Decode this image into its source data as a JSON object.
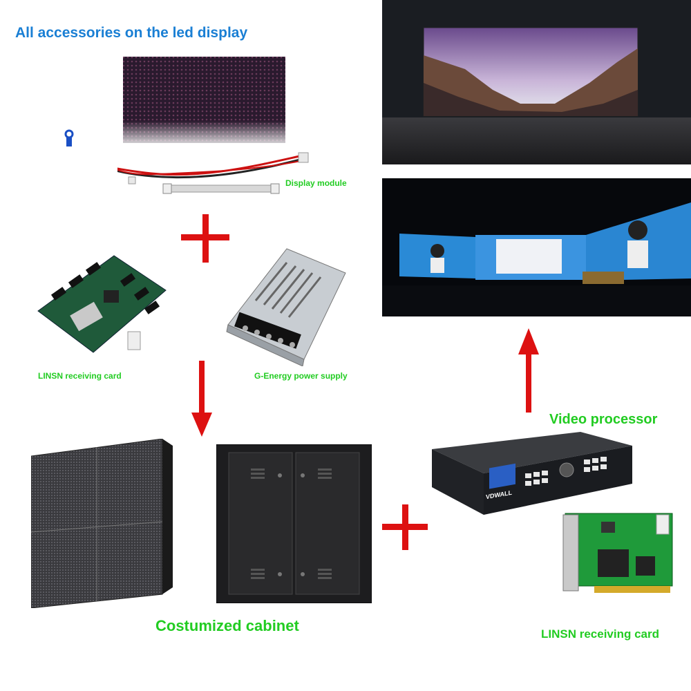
{
  "header": {
    "title": "All accessories on the led display"
  },
  "labels": {
    "display_module": "Display module",
    "linsn_card_top": "LINSN receiving card",
    "power_supply": "G-Energy power supply",
    "cabinet": "Costumized cabinet",
    "video_processor": "Video processor",
    "linsn_card_bottom": "LINSN receiving card",
    "processor_brand": "VDWALL"
  },
  "colors": {
    "title": "#1a7fd4",
    "label_green": "#22cc22",
    "arrow_red": "#dd1111"
  },
  "icons": [
    "plus-icon",
    "arrow-down-icon",
    "arrow-up-icon"
  ]
}
